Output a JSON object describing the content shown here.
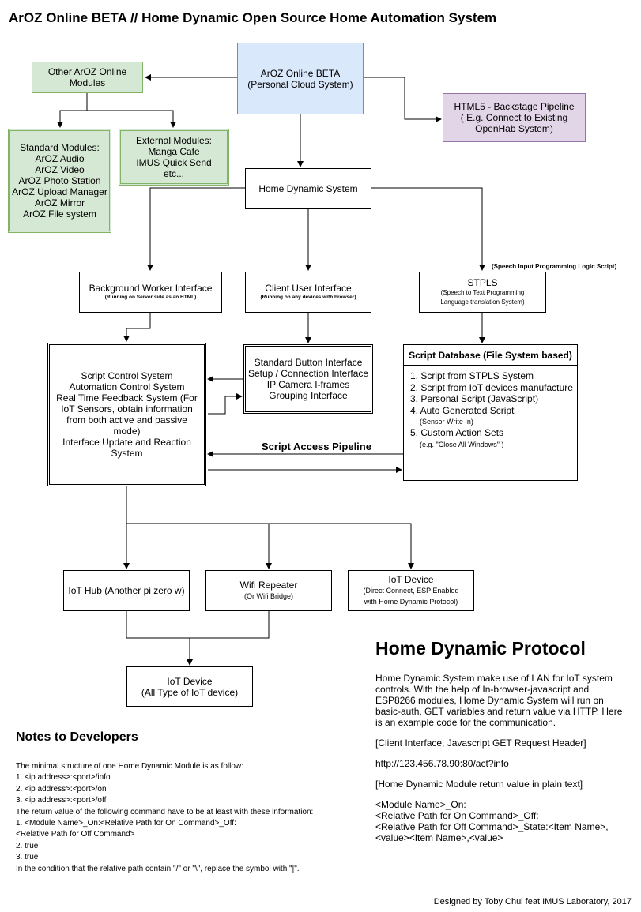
{
  "title": "ArOZ Online BETA //  Home Dynamic Open Source Home Automation System",
  "nodes": {
    "aroz": [
      "ArOZ Online BETA",
      "(Personal Cloud System)"
    ],
    "other_modules": [
      "Other ArOZ Online",
      "Modules"
    ],
    "html5": [
      "HTML5 - Backstage Pipeline",
      "( E.g. Connect to Existing",
      "OpenHab System)"
    ],
    "standard_modules": [
      "Standard Modules:",
      "ArOZ Audio",
      "ArOZ Video",
      "ArOZ Photo Station",
      "ArOZ Upload Manager",
      "ArOZ Mirror",
      "ArOZ File system"
    ],
    "external_modules": [
      "External Modules:",
      "Manga Cafe",
      "IMUS Quick Send",
      "etc..."
    ],
    "home_dynamic": "Home Dynamic System",
    "background_worker": {
      "title": "Background Worker Interface",
      "sub": "(Running on Server side as an HTML)"
    },
    "client_ui": {
      "title": "Client User Interface",
      "sub": "(Running on any devices with browser)"
    },
    "stpls": {
      "title": "STPLS",
      "sub1": "(Speech to Text Programming",
      "sub2": "Language translation System)",
      "note": "(Speech Input Programming Logic Script)"
    },
    "script_control": [
      "Script Control System",
      "Automation Control System",
      "Real Time Feedback System (For",
      "IoT Sensors, obtain information",
      "from both active and passive",
      "mode)",
      "Interface Update and Reaction",
      "System"
    ],
    "standard_button": [
      "Standard Button Interface",
      "Setup / Connection Interface",
      "IP Camera I-frames",
      "Grouping Interface"
    ],
    "script_db": {
      "title": "Script Database (File System based)",
      "items": [
        "1. Script from STPLS System",
        "2. Script from IoT devices manufacture",
        "3. Personal Script (JavaScript)",
        "4. Auto Generated Script"
      ],
      "item4_sub": "(Sensor Write In)",
      "item5": "5. Custom Action Sets",
      "item5_sub": "(e.g. \"Close All Windows\" )"
    },
    "pipeline_label": "Script Access Pipeline",
    "iot_hub": "IoT Hub (Another pi zero w)",
    "wifi_repeater": {
      "title": "Wifi Repeater",
      "sub": "(Or Wifi Bridge)"
    },
    "iot_device_direct": {
      "title": "IoT Device",
      "sub1": "(Direct Connect, ESP Enabled",
      "sub2": "with Home Dynamic Protocol)"
    },
    "iot_device_all": [
      "IoT Device",
      "(All Type of IoT device)"
    ]
  },
  "protocol": {
    "title": "Home Dynamic Protocol",
    "intro": "Home Dynamic System make use of LAN for IoT system controls. With the help of In-browser-javascript and ESP8266 modules, Home Dynamic System will run on basic-auth, GET variables and return value via HTTP. Here is an example code for the communication.",
    "header_label": "[Client Interface, Javascript GET Request Header]",
    "url": "http://123.456.78.90:80/act?info",
    "return_label": "[Home Dynamic Module return value in plain text]",
    "return_lines": [
      "<Module Name>_On:",
      "<Relative Path for On Command>_Off:",
      "<Relative Path for Off Command>_State:<Item Name>,",
      "<value><Item Name>,<value>"
    ]
  },
  "notes": {
    "title": "Notes to Developers",
    "lines": [
      "The minimal structure of one Home Dynamic Module is as follow:",
      "1. <ip address>:<port>/info",
      "2. <ip address>:<port>/on",
      "3. <ip address>:<port>/off",
      "The return value of the following command have to be at least with these information:",
      "1. <Module Name>_On:<Relative Path for On Command>_Off:",
      "<Relative Path for Off Command>",
      "2. true",
      "3. true",
      "In the condition that the relative path contain \"/\" or \"\\\", replace the symbol with \"|\"."
    ]
  },
  "footer": "Designed by Toby Chui feat IMUS Laboratory, 2017",
  "colors": {
    "green_fill": "#d5e8d4",
    "green_stroke": "#82b366",
    "blue_fill": "#dae8fc",
    "blue_stroke": "#6c8ebf",
    "purple_fill": "#e1d5e7",
    "purple_stroke": "#9673a6"
  }
}
